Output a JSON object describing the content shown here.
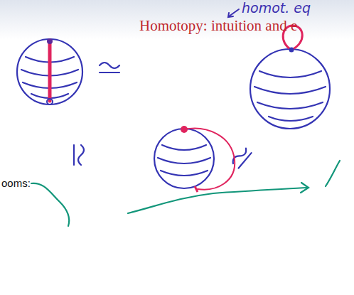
{
  "diagram": {
    "title": "Homotopy: intuition and e",
    "labels": [
      "homot. eq",
      "ooms:"
    ]
  }
}
